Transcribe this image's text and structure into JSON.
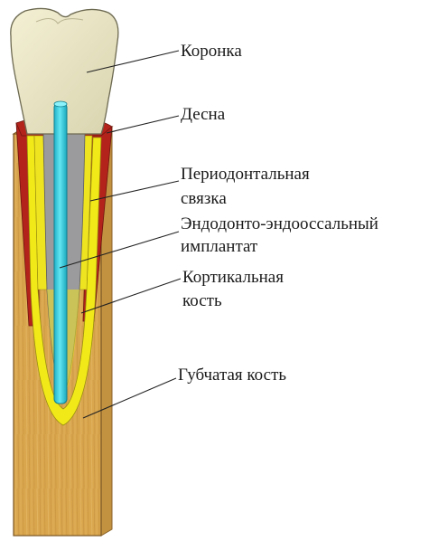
{
  "labels": {
    "crown": "Коронка",
    "gum": "Десна",
    "ligament_line1": "Периодонтальная",
    "ligament_line2": "связка",
    "implant_line1": "Эндодонто-эндооссальный",
    "implant_line2": "имплантат",
    "cortical_line1": "Кортикальная",
    "cortical_line2": "кость",
    "spongy": "Губчатая кость"
  },
  "colors": {
    "crown": "#ece8c8",
    "gum": "#b3231c",
    "ligament": "#f2ea18",
    "root": "#9a9a9c",
    "implant": "#3ad0e0",
    "bone": "#d8a850",
    "bone_side": "#d0a048"
  }
}
